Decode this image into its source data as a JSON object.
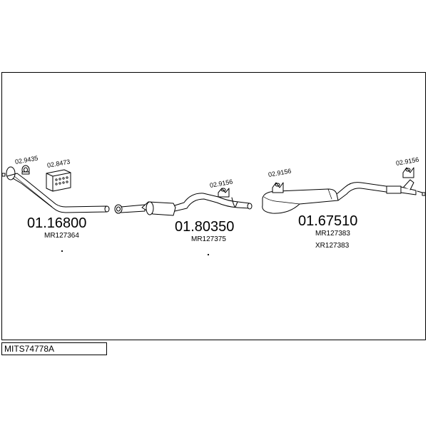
{
  "drawing_code": "MITS74778A",
  "sections": [
    {
      "part_number": "01.16800",
      "refs": [
        "MR127364"
      ]
    },
    {
      "part_number": "01.80350",
      "refs": [
        "MR127375"
      ]
    },
    {
      "part_number": "01.67510",
      "refs": [
        "MR127383",
        "XR127383"
      ]
    }
  ],
  "accessories": [
    "02.9435",
    "02.8473",
    "02.9156",
    "02.9156",
    "02.9156"
  ]
}
